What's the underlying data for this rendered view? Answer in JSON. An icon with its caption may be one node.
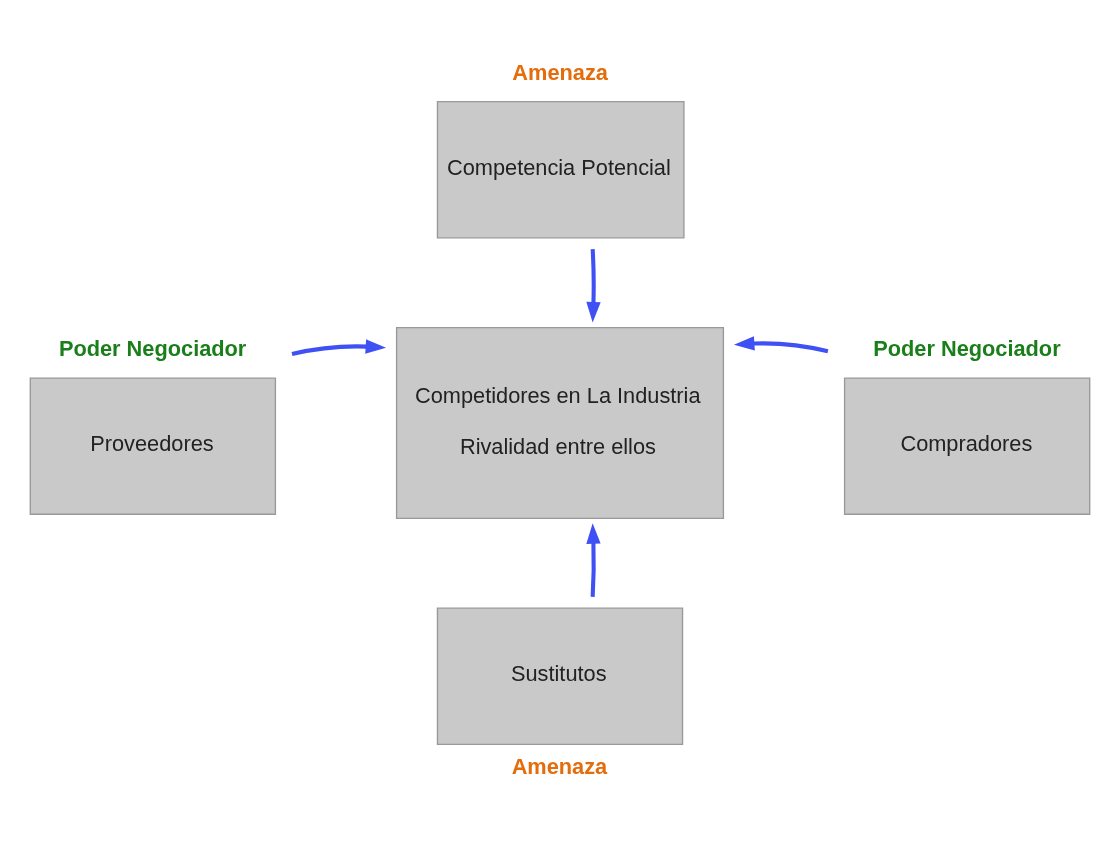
{
  "diagram": {
    "nodes": [
      {
        "text": [
          "Competencia Potencial"
        ],
        "beside": [
          "Amenaza"
        ]
      },
      {
        "text": [
          "Proveedores"
        ],
        "beside": [
          "Poder Negociador"
        ]
      },
      {
        "text": [
          "Competidores en La Industria",
          "Rivalidad entre ellos"
        ]
      },
      {
        "text": [
          "Compradores"
        ],
        "beside": [
          "Poder Negociador"
        ]
      },
      {
        "text": [
          "Sustitutos"
        ],
        "beside": [
          "Amenaza"
        ]
      }
    ],
    "edges": [
      {
        "from": 0,
        "to": 2,
        "arrow": "to"
      },
      {
        "from": 1,
        "to": 2,
        "arrow": "to"
      },
      {
        "from": 3,
        "to": 2,
        "arrow": "to"
      },
      {
        "from": 4,
        "to": 2,
        "arrow": "to"
      }
    ]
  }
}
